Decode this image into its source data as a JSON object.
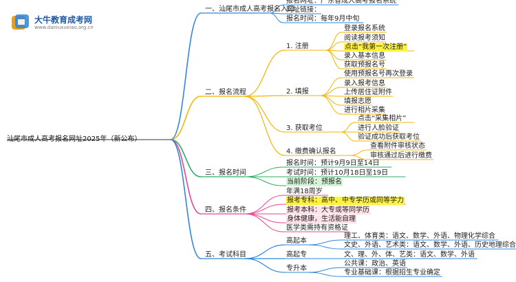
{
  "logo": {
    "title": "大牛教育成考网",
    "url": "www.daniuxueiao.org.cn"
  },
  "root": "汕尾市成人高考报名网址2025年（新公布）",
  "branches": [
    {
      "label": "一、汕尾市成人高考报名入口",
      "color": "#2e86de",
      "leaves": [
        {
          "text": "报名网址：广东省成人高考报名系统",
          "hl": ""
        },
        {
          "text": "网址链接：",
          "hl": ""
        },
        {
          "text": "报名时间：每年9月中旬",
          "hl": ""
        }
      ]
    },
    {
      "label": "二、报名流程",
      "color": "#f5b400",
      "subs": [
        {
          "label": "1. 注册",
          "leaves": [
            {
              "text": "登录报名系统",
              "hl": ""
            },
            {
              "text": "阅读报考须知",
              "hl": ""
            },
            {
              "text": "点击“我第一次注册”",
              "hl": "y"
            },
            {
              "text": "录入基本信息",
              "hl": ""
            },
            {
              "text": "获取预报名号",
              "hl": ""
            }
          ]
        },
        {
          "label": "2. 填报",
          "leaves": [
            {
              "text": "使用预报名号再次登录",
              "hl": ""
            },
            {
              "text": "录入报考信息",
              "hl": ""
            },
            {
              "text": "上传居住证附件",
              "hl": ""
            },
            {
              "text": "填报志愿",
              "hl": ""
            },
            {
              "text": "进行相片采集",
              "hl": ""
            }
          ]
        },
        {
          "label": "3. 获取考位",
          "leaves": [
            {
              "text": "点击“采集相片”",
              "hl": ""
            },
            {
              "text": "进行人脸验证",
              "hl": ""
            },
            {
              "text": "验证成功后获取考位",
              "hl": ""
            }
          ]
        },
        {
          "label": "4. 缴费确认报名",
          "leaves": [
            {
              "text": "查看附件审核状态",
              "hl": ""
            },
            {
              "text": "审核通过后进行缴费",
              "hl": ""
            }
          ]
        }
      ]
    },
    {
      "label": "三、报名时间",
      "color": "#27ae60",
      "leaves": [
        {
          "text": "报名时间：预计9月9日至14日",
          "hl": ""
        },
        {
          "text": "考试时间：预计10月18日至19日",
          "hl": ""
        },
        {
          "text": "当前阶段：预报名",
          "hl": "g"
        }
      ]
    },
    {
      "label": "四、报名条件",
      "color": "#e84393",
      "leaves": [
        {
          "text": "年满18周岁",
          "hl": ""
        },
        {
          "text": "报考专科：高中、中专学历或同等学力",
          "hl": "y"
        },
        {
          "text": "报考本科：大专或等同学历",
          "hl": "p"
        },
        {
          "text": "身体健康，生活能自理",
          "hl": "p"
        },
        {
          "text": "医学类需持有资格证",
          "hl": ""
        }
      ]
    },
    {
      "label": "五、考试科目",
      "color": "#2e86de",
      "subs": [
        {
          "label": "高起本",
          "leaves": [
            {
              "text": "理工、体育类：语文、数学、外语、物理化学综合",
              "hl": ""
            },
            {
              "text": "文史、外语、艺术类：语文、数学、外语、历史地理综合",
              "hl": ""
            }
          ]
        },
        {
          "label": "高起专",
          "leaves": [
            {
              "text": "文、理、外、体、艺类：语文、数学、外语",
              "hl": ""
            }
          ]
        },
        {
          "label": "专升本",
          "leaves": [
            {
              "text": "公共课：政治、英语",
              "hl": ""
            },
            {
              "text": "专业基础课：根据招生专业确定",
              "hl": ""
            }
          ]
        }
      ]
    }
  ]
}
